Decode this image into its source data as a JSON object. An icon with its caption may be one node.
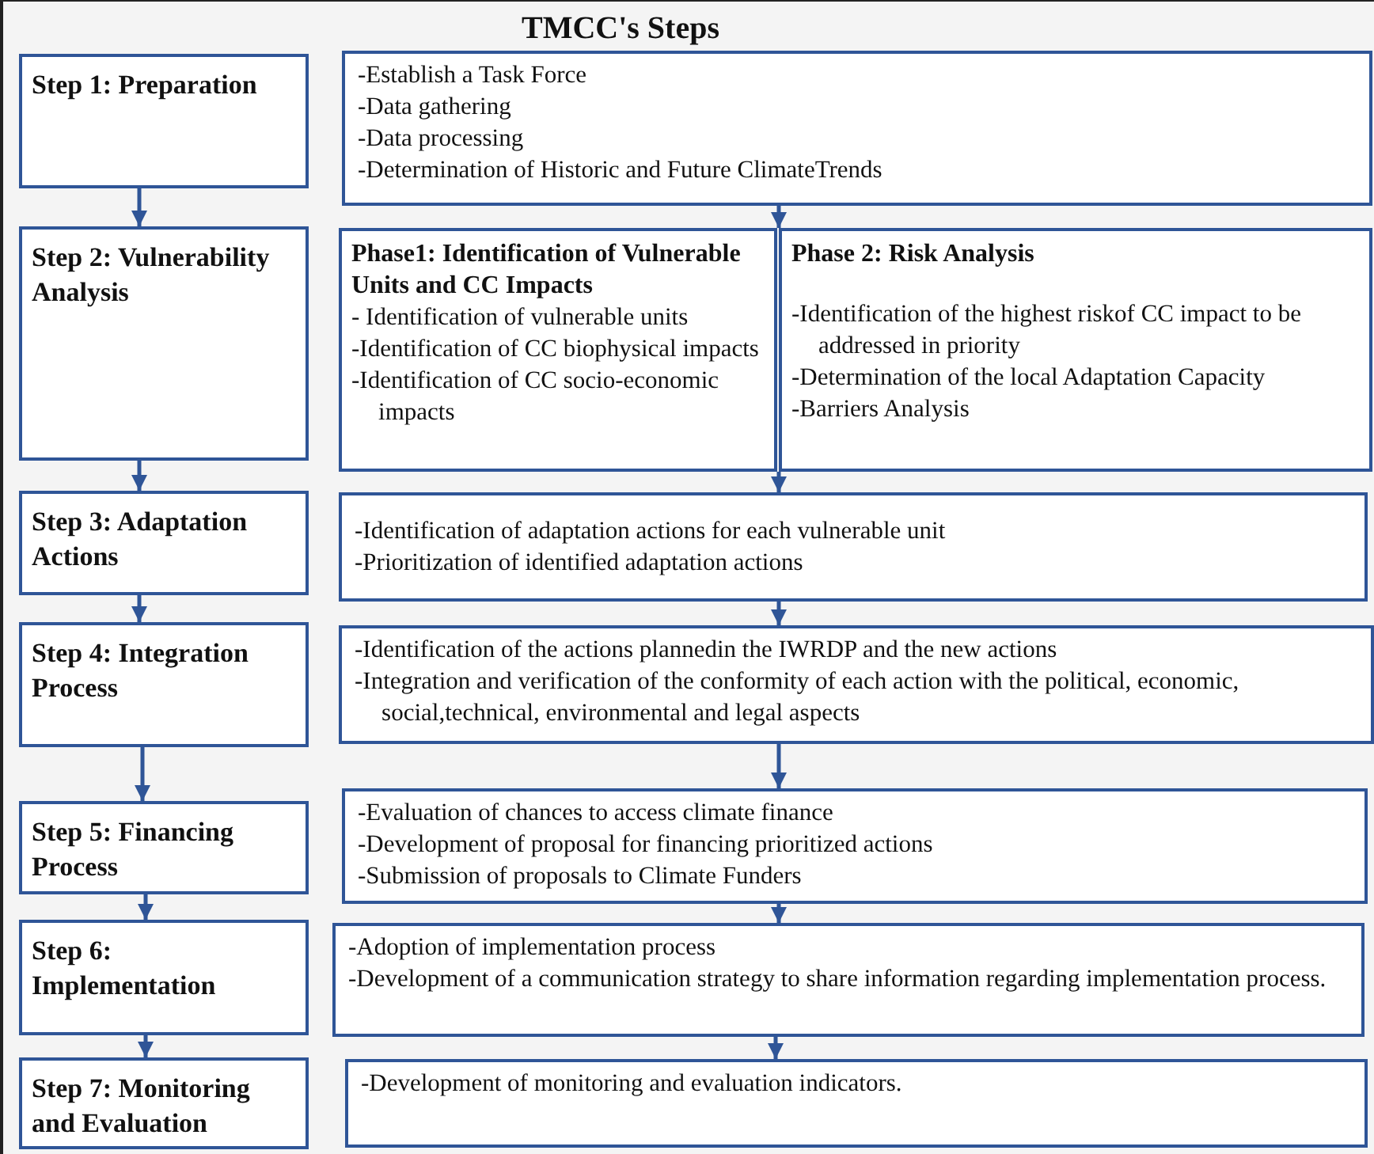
{
  "diagram": {
    "title": "TMCC's Steps",
    "nodes": [
      {
        "text": [
          "Step 1: Preparation"
        ]
      },
      {
        "text": [
          "-Establish a Task Force",
          "-Data gathering",
          "-Data processing",
          "-Determination of Historic and Future ClimateTrends"
        ]
      },
      {
        "text": [
          "Step 2: Vulnerability Analysis"
        ]
      },
      {
        "text": [
          "Phase1: Identification of Vulnerable Units and CC Impacts",
          "- Identification of vulnerable units",
          "-Identification of  CC biophysical impacts",
          "-Identification of  CC socio-economic impacts"
        ]
      },
      {
        "text": [
          "Phase 2: Risk  Analysis",
          "-Identification of  the highest riskof CC impact to be addressed in priority",
          "-Determination of  the local Adaptation Capacity",
          "-Barriers Analysis"
        ]
      },
      {
        "text": [
          "Step 3: Adaptation Actions"
        ]
      },
      {
        "text": [
          "-Identification of adaptation actions for each vulnerable unit",
          "-Prioritization of identified adaptation actions"
        ]
      },
      {
        "text": [
          "Step 4: Integration Process"
        ]
      },
      {
        "text": [
          "-Identification of the actions plannedin the IWRDP and the new actions",
          "-Integration and verification of the conformity of each action with the political, economic, social,technical, environmental and legal aspects"
        ]
      },
      {
        "text": [
          "Step 5: Financing Process"
        ]
      },
      {
        "text": [
          "-Evaluation of chances to access climate finance",
          "-Development of proposal for financing prioritized actions",
          "-Submission of proposals to Climate Funders"
        ]
      },
      {
        "text": [
          "Step 6: Implementation"
        ]
      },
      {
        "text": [
          "-Adoption of  implementation process",
          "-Development of a communication strategy to share information regarding implementation process."
        ]
      },
      {
        "text": [
          "Step 7: Monitoring and Evaluation"
        ]
      },
      {
        "text": [
          "-Development of monitoring and evaluation indicators."
        ]
      }
    ],
    "edges": [
      {
        "from": 0,
        "to": 2,
        "arrow": "to"
      },
      {
        "from": 2,
        "to": 5,
        "arrow": "to"
      },
      {
        "from": 5,
        "to": 7,
        "arrow": "to"
      },
      {
        "from": 7,
        "to": 9,
        "arrow": "to"
      },
      {
        "from": 9,
        "to": 11,
        "arrow": "to"
      },
      {
        "from": 11,
        "to": 13,
        "arrow": "to"
      },
      {
        "from": 1,
        "to": 3,
        "arrow": "to"
      },
      {
        "from": 3,
        "to": 6,
        "arrow": "to"
      },
      {
        "from": 6,
        "to": 8,
        "arrow": "to"
      },
      {
        "from": 8,
        "to": 10,
        "arrow": "to"
      },
      {
        "from": 10,
        "to": 12,
        "arrow": "to"
      },
      {
        "from": 12,
        "to": 14,
        "arrow": "to"
      }
    ]
  }
}
